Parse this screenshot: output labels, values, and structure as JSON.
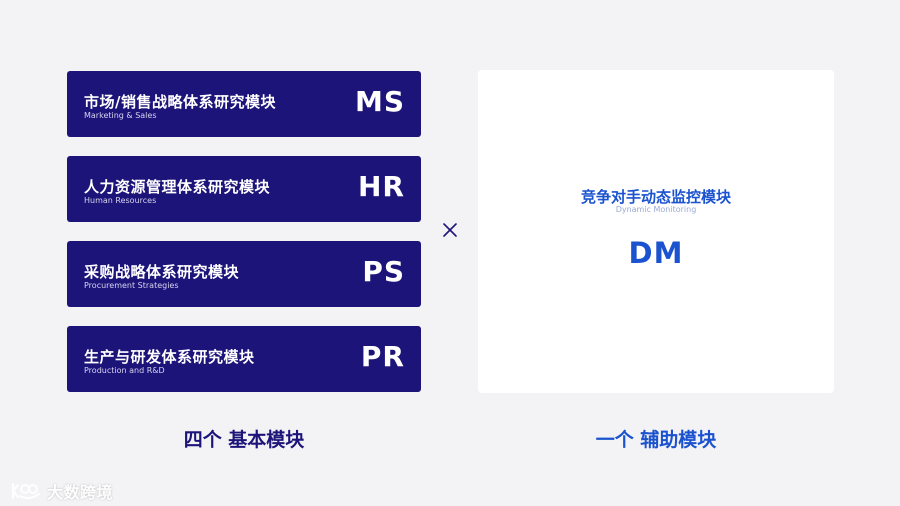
{
  "modules": [
    {
      "title_zh": "市场/销售战略体系研究模块",
      "title_en": "Marketing & Sales",
      "code": "MS"
    },
    {
      "title_zh": "人力资源管理体系研究模块",
      "title_en": "Human Resources",
      "code": "HR"
    },
    {
      "title_zh": "采购战略体系研究模块",
      "title_en": "Procurement Strategies",
      "code": "PS"
    },
    {
      "title_zh": "生产与研发体系研究模块",
      "title_en": "Production and R&D",
      "code": "PR"
    }
  ],
  "auxiliary": {
    "title_zh": "竞争对手动态监控模块",
    "title_en": "Dynamic Monitoring",
    "code": "DM"
  },
  "captions": {
    "left": "四个 基本模块",
    "right": "一个 辅助模块"
  },
  "watermark": {
    "text": "大数跨境",
    "icon": "brand-logo-icon"
  },
  "colors": {
    "module_bg": "#1d1479",
    "accent_blue": "#1a52cf",
    "background": "#f3f3f5"
  }
}
